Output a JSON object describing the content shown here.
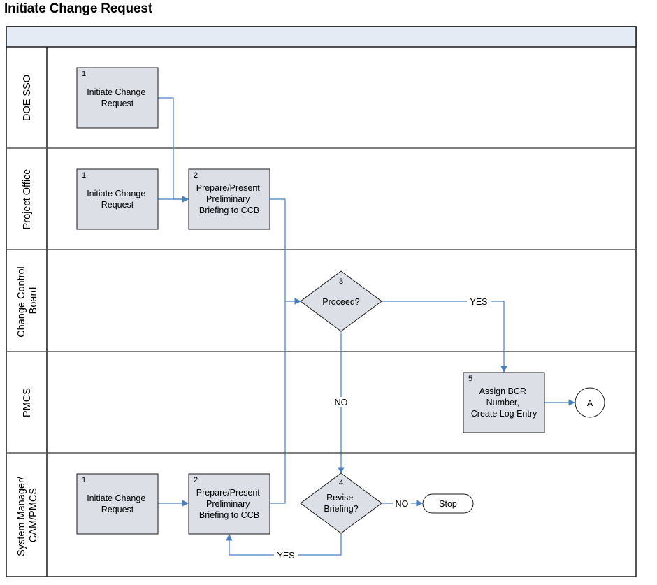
{
  "title": "Initiate Change Request",
  "lanes": [
    {
      "label": [
        "DOE SSO"
      ]
    },
    {
      "label": [
        "Project Office"
      ]
    },
    {
      "label": [
        "Change Control",
        "Board"
      ]
    },
    {
      "label": [
        "PMCS"
      ]
    },
    {
      "label": [
        "System Manager/",
        "CAM/PMCS"
      ]
    }
  ],
  "nodes": {
    "doe_initiate": {
      "number": "1",
      "lines": [
        "Initiate Change",
        "Request"
      ]
    },
    "po_initiate": {
      "number": "1",
      "lines": [
        "Initiate Change",
        "Request"
      ]
    },
    "po_prepare": {
      "number": "2",
      "lines": [
        "Prepare/Present",
        "Preliminary",
        "Briefing to CCB"
      ]
    },
    "proceed": {
      "number": "3",
      "lines": [
        "Proceed?"
      ]
    },
    "assign_bcr": {
      "number": "5",
      "lines": [
        "Assign BCR",
        "Number,",
        "Create Log Entry"
      ]
    },
    "connector_a": {
      "lines": [
        "A"
      ]
    },
    "sm_initiate": {
      "number": "1",
      "lines": [
        "Initiate Change",
        "Request"
      ]
    },
    "sm_prepare": {
      "number": "2",
      "lines": [
        "Prepare/Present",
        "Preliminary",
        "Briefing to CCB"
      ]
    },
    "revise": {
      "number": "4",
      "lines": [
        "Revise",
        "Briefing?"
      ]
    },
    "stop": {
      "lines": [
        "Stop"
      ]
    }
  },
  "edges": {
    "proceed_yes": "YES",
    "proceed_no": "NO",
    "revise_no": "NO",
    "revise_yes": "YES"
  },
  "colors": {
    "box_fill": "#dcdfe6",
    "header_fill": "#e4ebf5",
    "arrow": "#4a7fbf",
    "border": "#1a1a1a",
    "divider": "#555555"
  }
}
